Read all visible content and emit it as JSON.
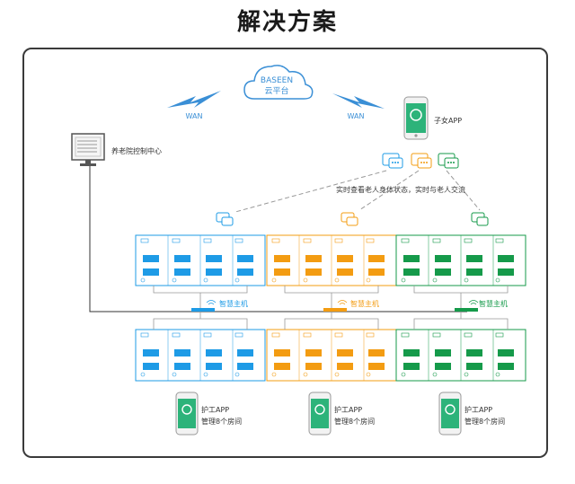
{
  "title": "解决方案",
  "cloud": {
    "line1": "BASEEN",
    "line2": "云平台"
  },
  "wan_left": "WAN",
  "wan_right": "WAN",
  "control_center": "养老院控制中心",
  "family_app": "子女APP",
  "family_note": "实时查看老人身体状态，实时与老人交流",
  "hosts": [
    {
      "label": "智慧主机",
      "color": "#1e9be6"
    },
    {
      "label": "智慧主机",
      "color": "#f39c12"
    },
    {
      "label": "智慧主机",
      "color": "#159a4a"
    }
  ],
  "caregivers": [
    {
      "line1": "护工APP",
      "line2": "管理8个房间"
    },
    {
      "line1": "护工APP",
      "line2": "管理8个房间"
    },
    {
      "line1": "护工APP",
      "line2": "管理8个房间"
    }
  ],
  "colors": {
    "blue": "#1e9be6",
    "orange": "#f39c12",
    "green": "#159a4a",
    "phone_screen": "#2db37a",
    "wan_bolt": "#3a8fd6"
  }
}
